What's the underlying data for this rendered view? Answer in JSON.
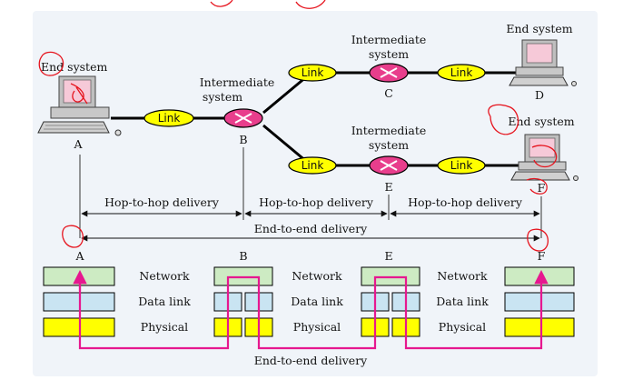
{
  "colors": {
    "panel": "#f0f4f9",
    "link_fill": "#ffff00",
    "router_fill": "#e83e8c",
    "network_layer": "#cdebc3",
    "datalink_layer": "#c9e4f2",
    "physical_layer": "#ffff00",
    "path_line": "#e6188f",
    "annotation": "#e6141e"
  },
  "nodes": {
    "a": {
      "title": "End system",
      "letter": "A"
    },
    "b": {
      "title_line1": "Intermediate",
      "title_line2": "system",
      "letter": "B"
    },
    "c": {
      "title_line1": "Intermediate",
      "title_line2": "system",
      "letter": "C"
    },
    "d": {
      "title": "End system",
      "letter": "D"
    },
    "e": {
      "title_line1": "Intermediate",
      "title_line2": "system",
      "letter": "E"
    },
    "f": {
      "title": "End system",
      "letter": "F"
    }
  },
  "links": {
    "label": "Link"
  },
  "delivery": {
    "hop1": "Hop-to-hop delivery",
    "hop2": "Hop-to-hop delivery",
    "hop3": "Hop-to-hop delivery",
    "end_to_end_top": "End-to-end delivery",
    "end_to_end_bottom": "End-to-end delivery"
  },
  "layers": {
    "headings": [
      "A",
      "B",
      "E",
      "F"
    ],
    "network": "Network",
    "data_link": "Data link",
    "physical": "Physical"
  }
}
